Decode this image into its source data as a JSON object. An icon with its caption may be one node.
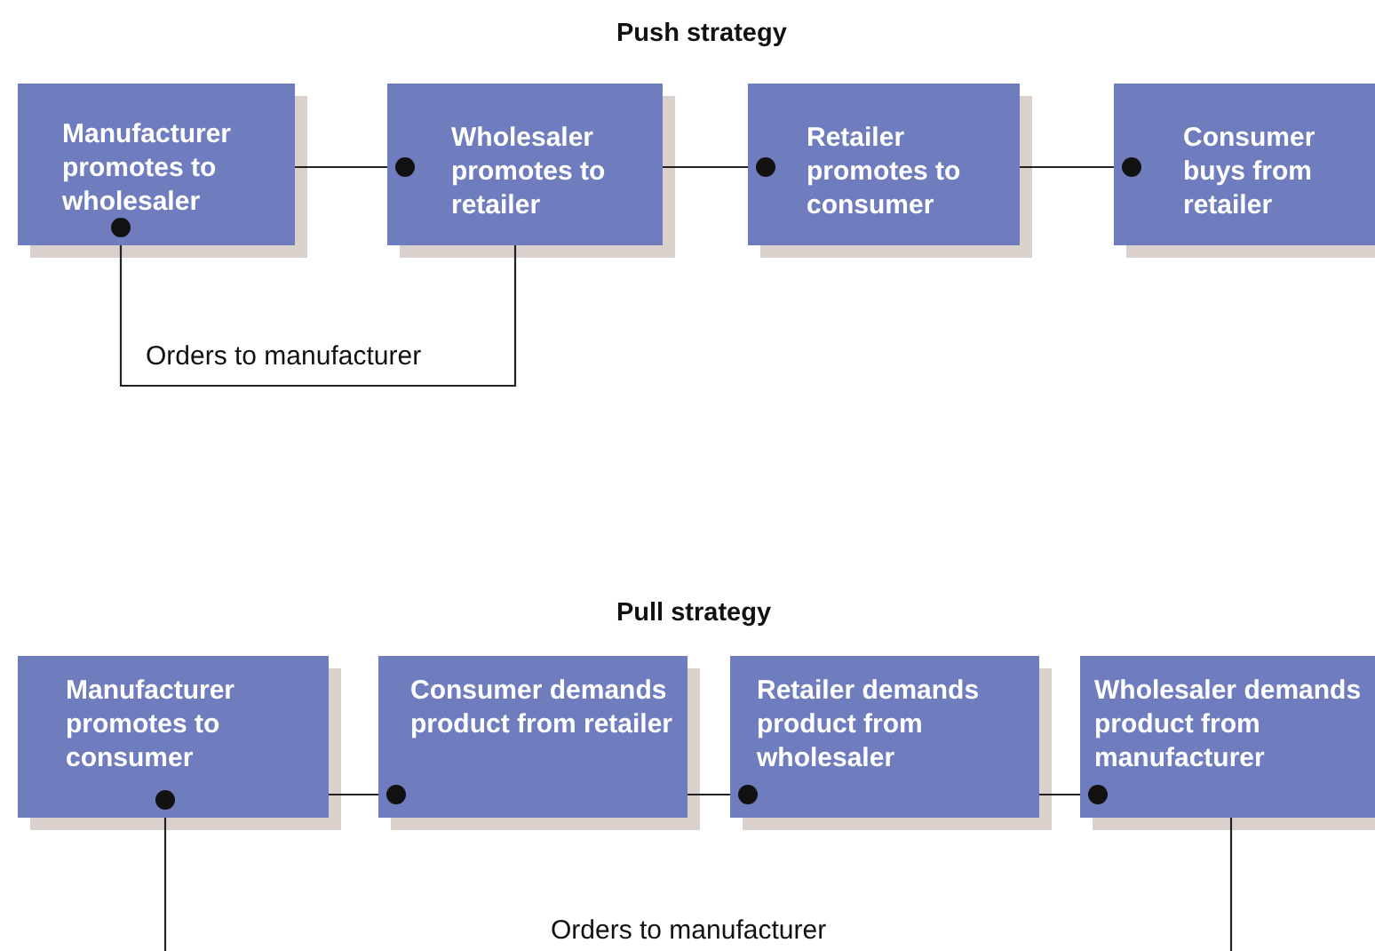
{
  "diagram": {
    "nodes": [
      {
        "text": [
          "Manufacturer promotes to wholesaler"
        ]
      },
      {
        "text": [
          "Wholesaler promotes to retailer"
        ]
      },
      {
        "text": [
          "Retailer promotes to consumer"
        ]
      },
      {
        "text": [
          "Consumer buys from retailer"
        ]
      },
      {
        "text": [
          "Manufacturer promotes to consumer"
        ]
      },
      {
        "text": [
          "Consumer demands product from retailer"
        ]
      },
      {
        "text": [
          "Retailer demands product from wholesaler"
        ]
      },
      {
        "text": [
          "Wholesaler demands product from manufacturer"
        ]
      }
    ],
    "edges": [
      {
        "from": 0,
        "to": 1,
        "arrow": "other"
      },
      {
        "from": 1,
        "to": 2,
        "arrow": "other"
      },
      {
        "from": 2,
        "to": 3,
        "arrow": "other"
      },
      {
        "from": 1,
        "to": 0,
        "arrow": "other",
        "label": "Orders to manufacturer"
      },
      {
        "from": 4,
        "to": 5,
        "arrow": "other"
      },
      {
        "from": 5,
        "to": 6,
        "arrow": "other"
      },
      {
        "from": 6,
        "to": 7,
        "arrow": "other"
      },
      {
        "from": null,
        "to": 4,
        "arrow": "other"
      },
      {
        "from": 7,
        "to": null,
        "arrow": "none"
      }
    ],
    "labels": [
      "Push strategy",
      "Pull strategy",
      "Orders to manufacturer"
    ]
  }
}
